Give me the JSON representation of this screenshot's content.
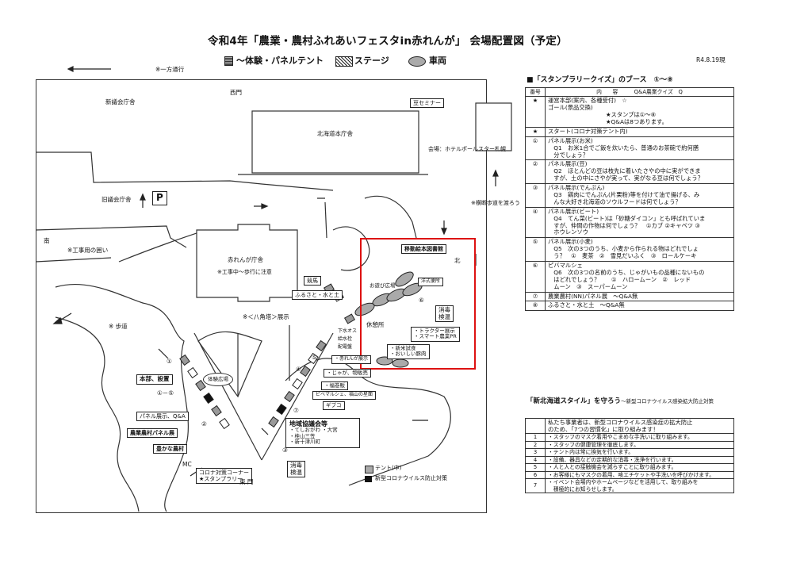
{
  "title": "令和4年「農業・農村ふれあいフェスタin赤れんが」 会場配置図（予定）",
  "legend": {
    "tent": "～体験・パネルテント",
    "stage": "ステージ",
    "vehicle": "車両"
  },
  "date": "R4.8.19現",
  "map": {
    "one_way": "※一方通行",
    "west_gate": "西門",
    "new_building": "新議会庁舎",
    "hokkaido_office": "北海道本庁舎",
    "mame_seminar": "豆セミナー",
    "seminar_venue": "会場：ホテルポールスター札幌",
    "old_building": "旧議会庁舎",
    "parking": "P",
    "crosswalk_note": "※横断歩道を渡ろう",
    "south": "南",
    "construction_fence": "※工事用の囲い",
    "akarenga": "赤れんが庁舎",
    "walk_caution": "※工事中～歩行に注意",
    "north": "北",
    "mobile_library": "移動絵本図書館",
    "play_area": "お遊び広場",
    "restroom": "洋式便所",
    "shokukou": "競馬",
    "furusato": "ふるさと・水と土",
    "hakkaku_exhibit": "※＜八角塔＞展示",
    "hodo": "※ 歩道",
    "shobo": "消毒",
    "kensui": "検温",
    "rest_area": "休憩所",
    "tractor": "・トラクター展示\n・スマート農業PR",
    "new_rice": "・新米試食\n・おいしい豚肉",
    "water": "下水オス",
    "water_supply": "給水栓",
    "distribution": "配電盤",
    "akarenga_shop": "・赤れんが展示",
    "potato": "・じゃが、物販売",
    "fukumaki": "・福巻販",
    "pima": "ピベマルシェ、福山の星面",
    "shiodome": "ギブコ",
    "headquarters": "本部、設置",
    "panel_exhibit": "パネル展示、Q&A",
    "nnn_panel": "農業農村パネル展",
    "yutaka": "豊かな農村",
    "experience_plaza": "体験広場",
    "covid_corner": "コロナ対策コーナー",
    "stamp_rally": "★スタンプラリー",
    "mc": "MC",
    "east_gate": "東 門",
    "regional": "地域協議会等",
    "regional_items": "・てしおがわ ・大宮\n・桂山三笠\n・新十津川町",
    "shobo2": "消毒",
    "kensui2": "検温",
    "tent_mid": "テント(中)",
    "covid_measures": "新型コロナウイルス防止対策",
    "num1": "①",
    "num2": "②",
    "num3": "③",
    "num4": "④",
    "num5": "⑤",
    "num6": "⑥",
    "num7": "⑦",
    "num1to5": "①－⑤"
  },
  "quiz": {
    "heading": "■「スタンプラリークイズ」のブース　①～⑧",
    "header": [
      "番号",
      "内　　容",
      "Q&A農業クイズ　Q"
    ],
    "rows": [
      {
        "no": "★",
        "text": "運営本部(案内、各種受付)　☆\nゴール(景品交換)\n　　　　　　　　　　★スタンプは①～⑧\n　　　　　　　　　　★Q&Aは8つあります。"
      },
      {
        "no": "★",
        "text": "スタート(コロナ対策テント内)"
      },
      {
        "no": "①",
        "text": "パネル展示(お米)\n　Q1　お米1合でご飯を炊いたら、普通のお茶碗で約何膳\n　分でしょう？"
      },
      {
        "no": "②",
        "text": "パネル展示(豆)\n　Q2　ほとんどの豆は枝先に着いたさやの中に実ができま\n　すが、土の中にさやが実って、実がなる豆は何でしょう？"
      },
      {
        "no": "③",
        "text": "パネル展示(でんぷん)\n　Q3　鶏肉にでんぷん(片栗粉)等を付けて油で揚げる、み\n　んな大好き北海道のソウルフードは何でしょう？"
      },
      {
        "no": "④",
        "text": "パネル展示(ビート)\n　Q4　てん菜(ビート)は「砂糖ダイコン」とも呼ばれていま\n　すが、仲間の作物は何でしょう？　①カブ ②キャベツ ③\n　ホウレンソウ"
      },
      {
        "no": "⑤",
        "text": "パネル展示(小麦)\n　Q5　次の3つのうち、小麦から作られる物はどれでしょ\n　う？　①　麦茶　②　雪見だいふく　③　ロールケーキ"
      },
      {
        "no": "⑥",
        "text": "ピバマルシェ\n　Q6　次の3つの名前のうち、じゃがいもの品種にないもの\n　はどれでしょう？　　①　ハロームーン　②　レッド\n　ムーン　③　スーパームーン"
      },
      {
        "no": "⑦",
        "text": "農業農村(NN)パネル展　～Q&A無"
      },
      {
        "no": "⑧",
        "text": "ふるさと・水と土　～Q&A無"
      }
    ]
  },
  "style": {
    "title": "「新北海道スタイル」を守ろう",
    "subtitle": "～新型コロナウイルス感染拡大防止対策",
    "intro": "私たち事業者は、新型コロナウイルス感染症の拡大防止\nのため、「7つの習慣化」に取り組みます！",
    "items": [
      {
        "no": "1",
        "text": "・スタッフのマスク着用やこまめな手洗いに取り組みます。"
      },
      {
        "no": "2",
        "text": "・スタッフの健康管理を徹底します。"
      },
      {
        "no": "3",
        "text": "・テント内は常に換気を行います。"
      },
      {
        "no": "4",
        "text": "・設備、器具などの定期的な消毒・洗浄を行います。"
      },
      {
        "no": "5",
        "text": "・人と人との接触機会を減らすことに取り組みます。"
      },
      {
        "no": "6",
        "text": "・お客様にもマスクの着用、咳エチケットや手洗いを呼びかけます。"
      },
      {
        "no": "7",
        "text": "・イベント会場内やホームページなどを活用して、取り組みを\n　積極的にお知らせします。"
      }
    ]
  }
}
